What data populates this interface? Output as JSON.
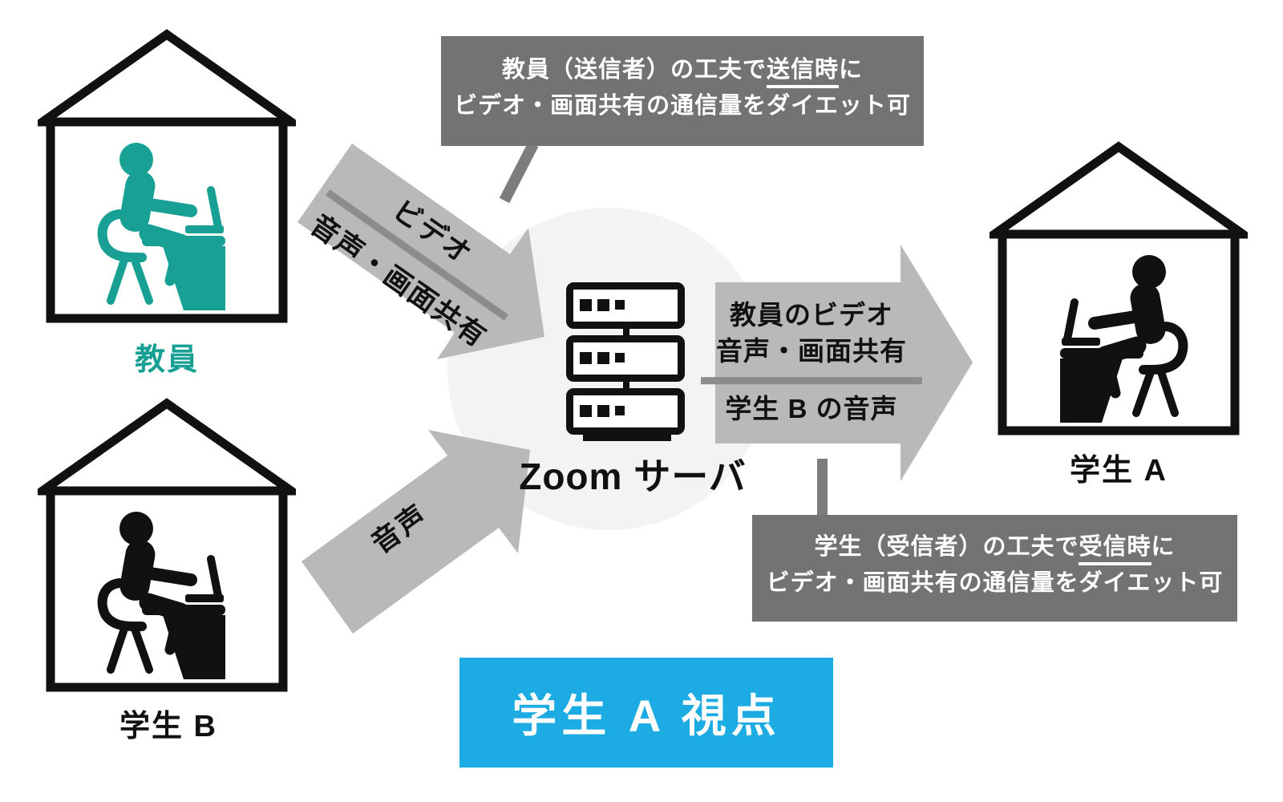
{
  "palette": {
    "ink": "#111111",
    "teal": "#17a093",
    "arrow-gray": "#b9b9b9",
    "divider-gray": "#8c8c8c",
    "connector-gray": "#7c7c7c",
    "box-gray": "#737373",
    "blue": "#1cabe2",
    "circle-gray": "#f3f3f3"
  },
  "houses": {
    "teacher": {
      "label": "教員"
    },
    "studentB": {
      "label": "学生 B"
    },
    "studentA": {
      "label": "学生 A"
    }
  },
  "server": {
    "label": "Zoom サーバ"
  },
  "arrows": {
    "teacher_to_server": {
      "top": "ビデオ",
      "bottom": "音声・画面共有"
    },
    "studentB_to_server": {
      "label": "音声"
    },
    "server_to_studentA": {
      "line1": "教員のビデオ",
      "line2": "音声・画面共有",
      "line3": "学生 B の音声"
    }
  },
  "callouts": {
    "sender": {
      "line1_prefix": "教員（送信者）の工夫で",
      "line1_underline": "送信時",
      "line1_suffix": "に",
      "line2": "ビデオ・画面共有の通信量をダイエット可"
    },
    "receiver": {
      "line1_prefix": "学生（受信者）の工夫で",
      "line1_underline": "受信時",
      "line1_suffix": "に",
      "line2": "ビデオ・画面共有の通信量をダイエット可"
    }
  },
  "banner": {
    "label": "学生 A 視点"
  }
}
